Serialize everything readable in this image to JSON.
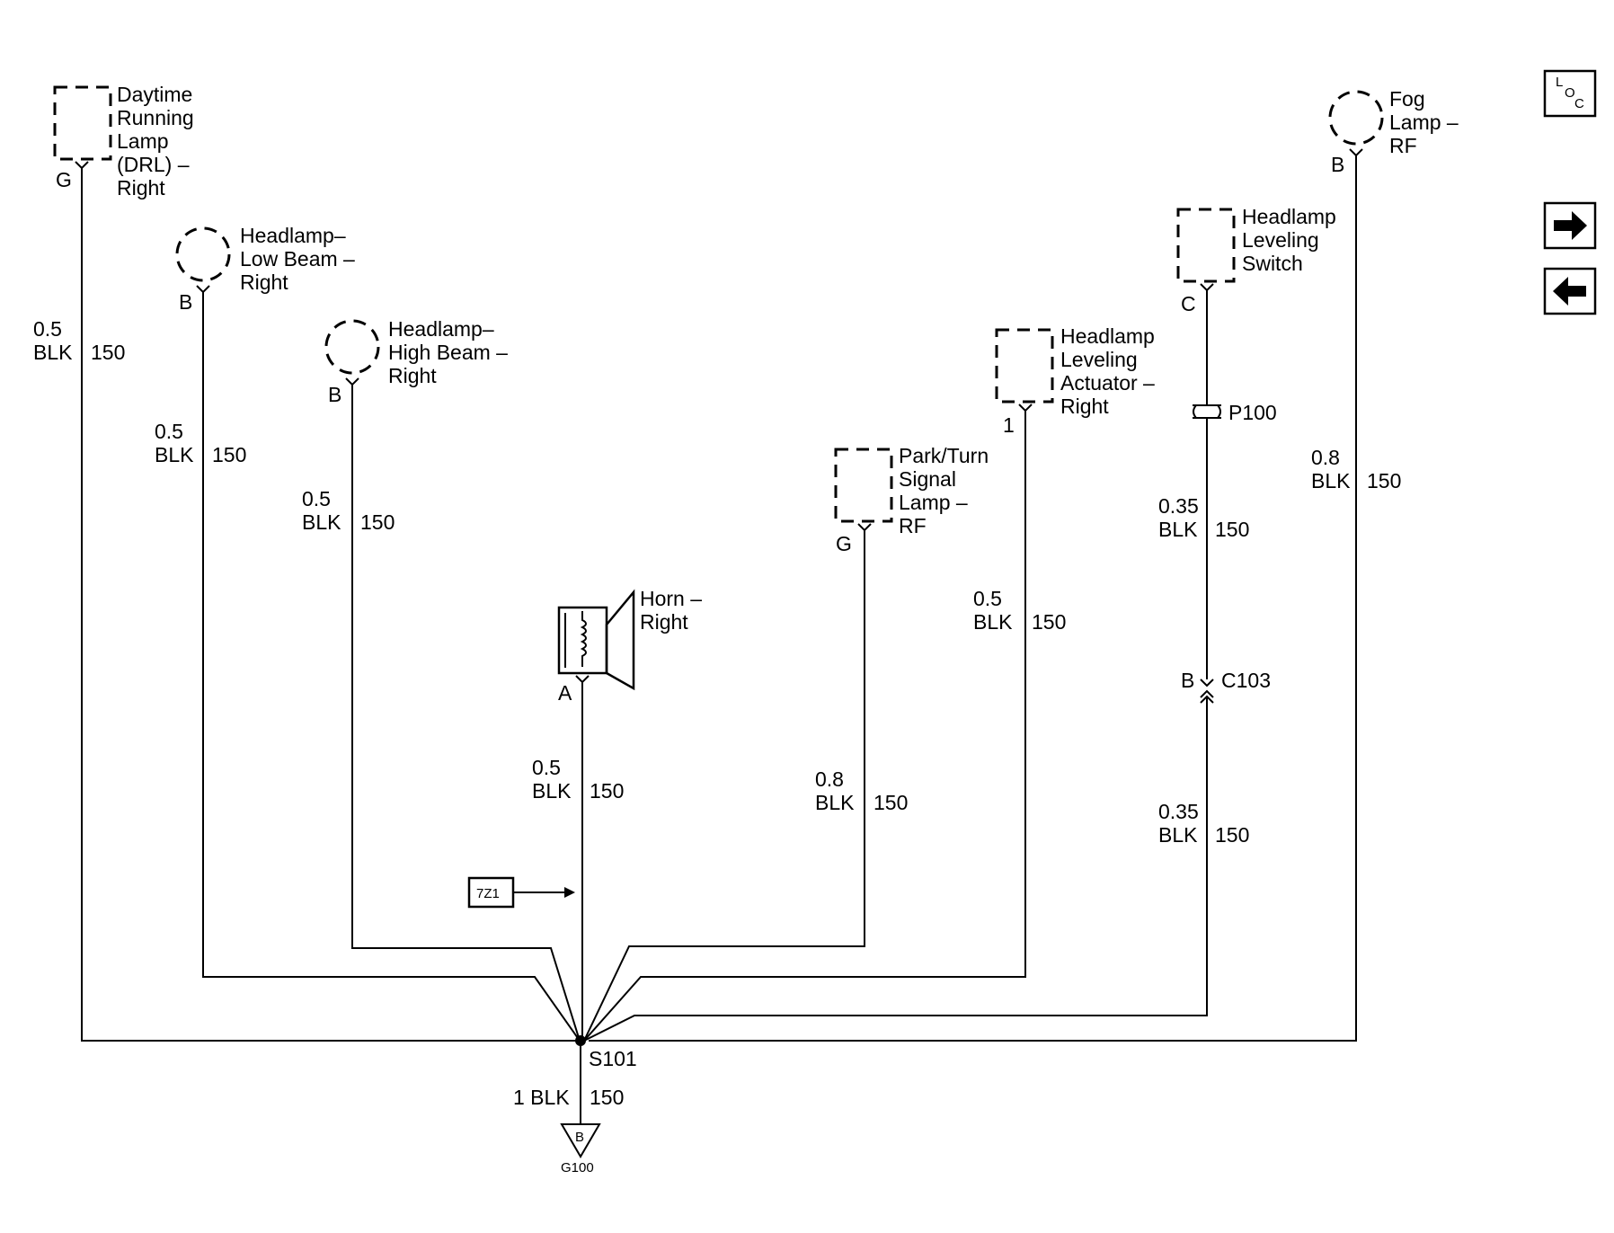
{
  "components": {
    "drl": {
      "lines": [
        "Daytime",
        "Running",
        "Lamp",
        "(DRL) –",
        "Right"
      ],
      "pin": "G"
    },
    "low_beam": {
      "lines": [
        "Headlamp–",
        "Low Beam –",
        "Right"
      ],
      "pin": "B"
    },
    "high_beam": {
      "lines": [
        "Headlamp–",
        "High Beam –",
        "Right"
      ],
      "pin": "B"
    },
    "horn": {
      "lines": [
        "Horn –",
        "Right"
      ],
      "pin": "A"
    },
    "park_turn": {
      "lines": [
        "Park/Turn",
        "Signal",
        "Lamp –",
        "RF"
      ],
      "pin": "G"
    },
    "leveling_actuator": {
      "lines": [
        "Headlamp",
        "Leveling",
        "Actuator –",
        "Right"
      ],
      "pin": "1"
    },
    "leveling_switch": {
      "lines": [
        "Headlamp",
        "Leveling",
        "Switch"
      ],
      "pin": "C"
    },
    "fog": {
      "lines": [
        "Fog",
        "Lamp –",
        "RF"
      ],
      "pin": "B"
    }
  },
  "wires": {
    "drl": {
      "gauge": "0.5",
      "color": "BLK",
      "circuit": "150"
    },
    "low_beam": {
      "gauge": "0.5",
      "color": "BLK",
      "circuit": "150"
    },
    "high_beam": {
      "gauge": "0.5",
      "color": "BLK",
      "circuit": "150"
    },
    "horn": {
      "gauge": "0.5",
      "color": "BLK",
      "circuit": "150"
    },
    "park_turn": {
      "gauge": "0.8",
      "color": "BLK",
      "circuit": "150"
    },
    "leveling_actuator": {
      "gauge": "0.5",
      "color": "BLK",
      "circuit": "150"
    },
    "switch_upper": {
      "gauge": "0.35",
      "color": "BLK",
      "circuit": "150"
    },
    "switch_lower": {
      "gauge": "0.35",
      "color": "BLK",
      "circuit": "150"
    },
    "fog": {
      "gauge": "0.8",
      "color": "BLK",
      "circuit": "150"
    },
    "ground": {
      "label": "1 BLK",
      "circuit": "150"
    }
  },
  "connectors": {
    "p100": "P100",
    "c103": {
      "pin": "B",
      "name": "C103"
    }
  },
  "splice": "S101",
  "ground": {
    "pin": "B",
    "name": "G100"
  },
  "option_code": "7Z1",
  "nav": {
    "loc_l": "L",
    "loc_o": "O",
    "loc_c": "C"
  }
}
